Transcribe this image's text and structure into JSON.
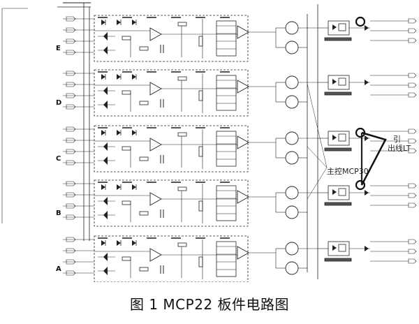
{
  "caption": "图 1   MCP22 板件电路图",
  "channels": [
    "E",
    "D",
    "C",
    "B",
    "A"
  ],
  "main_control_label": "主控MCP30",
  "lead_out_label_line1": "引",
  "lead_out_label_line2": "出线LT"
}
